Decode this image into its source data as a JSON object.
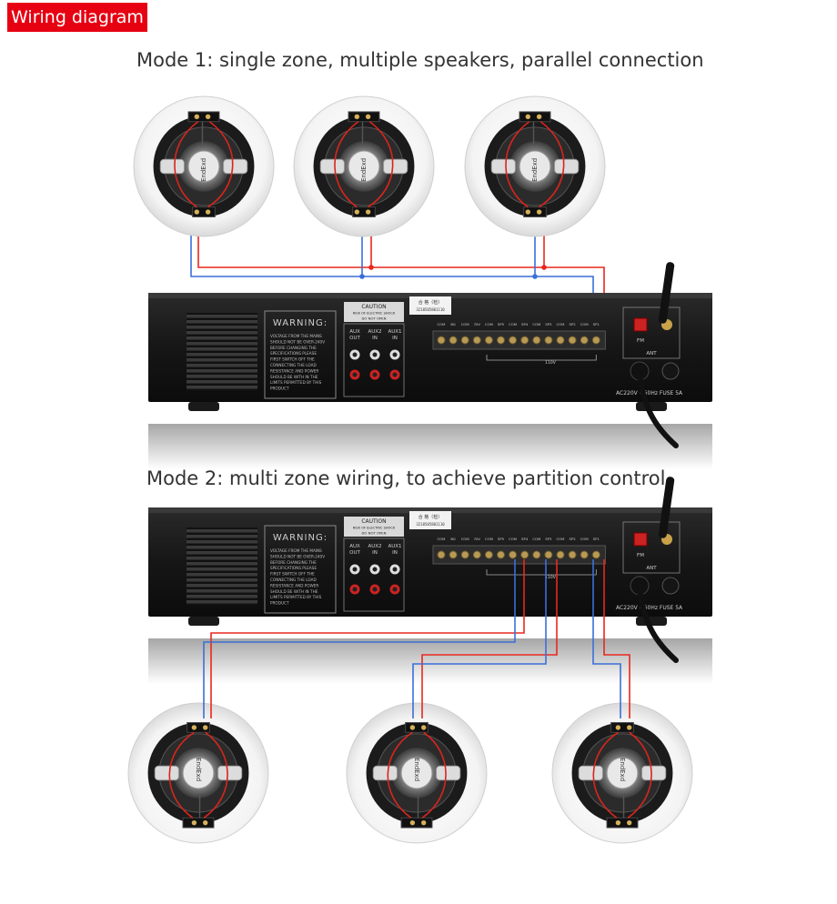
{
  "badge": "Wiring diagram",
  "mode1_title": "Mode 1: single zone, multiple speakers, parallel connection",
  "mode2_title": "Mode 2: multi zone wiring, to achieve partition control.",
  "speaker": {
    "brand": "EndExd"
  },
  "amplifier": {
    "warning_title": "WARNING:",
    "warning_lines": [
      "VOLTAGE FROM THE MAINS",
      "SHOULD NOT BE OVER-240V",
      "BEFORE CHANGING THE",
      "SPECIFICATIONS PLEASE",
      "FIRST SWITCH OFF THE",
      "CONNECTING THE LOAD",
      "RESISTANCE AND POWER",
      "SHOULD BE WITH IN THE",
      "LIMITS PERMITTED BY THIS",
      "PRODUCT"
    ],
    "caution": "CAUTION",
    "caution_sub": "RISK OF ELECTRIC SHOCK",
    "do_not_open": "DO NOT OPEN",
    "sticker_line1": "合  格（检）",
    "sticker_line2": "3210505801110",
    "aux_labels": [
      {
        "top": "AUX",
        "bot": "OUT"
      },
      {
        "top": "AUX2",
        "bot": "IN"
      },
      {
        "top": "AUX1",
        "bot": "IN"
      }
    ],
    "terminal_labels": [
      "COM",
      "BG",
      "COM",
      "70V",
      "COM",
      "SP5",
      "COM",
      "SP4",
      "COM",
      "SP3",
      "COM",
      "SP2",
      "COM",
      "SP1"
    ],
    "v110": "110V",
    "fm": "FM",
    "ant": "ANT",
    "power": "AC220V  ~60Hz  FUSE 5A"
  },
  "colors": {
    "red_wire": "#e8281e",
    "blue_wire": "#3a6fd8",
    "badge": "#e60012"
  }
}
